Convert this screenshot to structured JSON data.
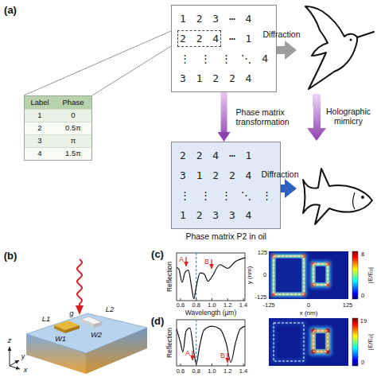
{
  "diagram": {
    "nodes": [
      {
        "text": [
          "1 2 3 ⋯ 4",
          "2 2 4",
          "⋯ 1",
          "⋮ ⋮ ⋮ ⋱ 4",
          "3 1 2 2 4"
        ]
      },
      {
        "text": [
          "Label",
          "Phase",
          "1",
          "0",
          "2",
          "0.5π",
          "3",
          "π",
          "4",
          "1.5π"
        ]
      },
      {
        "text": [
          "2 2 4 ⋯ 1",
          "3 1 2 2 4",
          "⋮ ⋮ ⋮ ⋱ ⋮",
          "1 2 3 3 4",
          "Phase matrix P2 in oil"
        ]
      }
    ],
    "edges": [
      {
        "from": 1,
        "to": 0,
        "arrow": "none"
      },
      {
        "from": 1,
        "to": 0,
        "arrow": "none"
      },
      {
        "from": 0,
        "to": 2,
        "label": "Phase matrix transformation",
        "arrow": "to"
      }
    ],
    "labels": [
      "(a)",
      "Diffraction",
      "Holographic mimicry",
      "Diffraction",
      "(b)",
      "L1",
      "W1",
      "L2",
      "W2",
      "g",
      "z",
      "y",
      "x",
      "(c)",
      "Reflection",
      "A",
      "B",
      "0.6",
      "0.8",
      "1.0",
      "1.2",
      "1.4",
      "Wavelength (µm)",
      "y (nm)",
      "125",
      "0",
      "-125",
      "-125",
      "0",
      "125",
      "x (nm)",
      "8",
      "0",
      "|E/E₀|",
      "(d)",
      "Reflection",
      "A",
      "B",
      "0.6",
      "0.8",
      "1.0",
      "1.2",
      "1.4",
      "19",
      "0",
      "|E/E₀|"
    ]
  }
}
